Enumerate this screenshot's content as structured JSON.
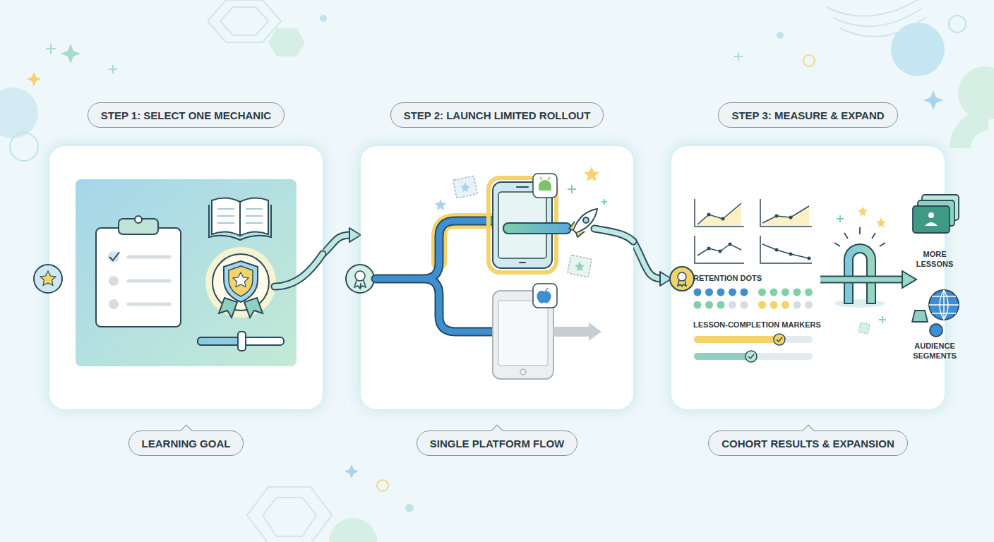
{
  "diagram": {
    "nodes": [
      {
        "text": [
          "STEP 1: SELECT ONE MECHANIC",
          "LEARNING GOAL"
        ]
      },
      {
        "text": [
          "STEP 2: LAUNCH LIMITED ROLLOUT",
          "SINGLE PLATFORM FLOW"
        ]
      },
      {
        "text": [
          "STEP 3: MEASURE & EXPAND",
          "COHORT RESULTS & EXPANSION"
        ]
      }
    ],
    "edges": [
      {
        "from": 0,
        "to": 1,
        "arrow": "to"
      },
      {
        "from": 1,
        "to": 2,
        "arrow": "to"
      }
    ],
    "labels": [
      "RETENTION DOTS",
      "LESSON-COMPLETION MARKERS",
      "MORE LESSONS",
      "AUDIENCE SEGMENTS"
    ]
  }
}
